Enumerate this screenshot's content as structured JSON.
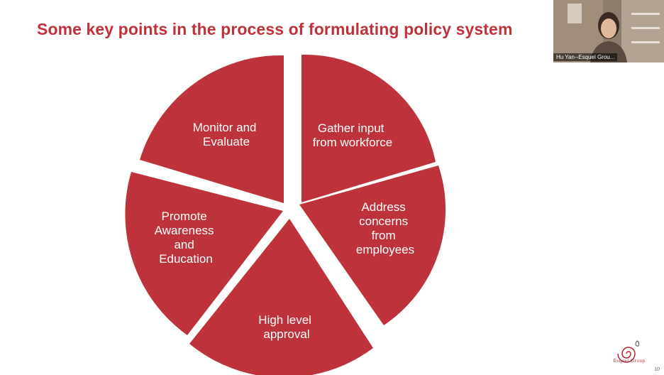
{
  "slide": {
    "title": "Some key points in the process of formulating policy system",
    "page_number": "10",
    "accent_color": "#be333b"
  },
  "pie": {
    "segments": [
      {
        "lines": [
          "Gather input",
          "from workforce"
        ]
      },
      {
        "lines": [
          "Address",
          "concerns",
          "from",
          "employees"
        ]
      },
      {
        "lines": [
          "High level",
          "approval"
        ]
      },
      {
        "lines": [
          "Promote",
          "Awareness",
          "and",
          "Education"
        ]
      },
      {
        "lines": [
          "Monitor and",
          "Evaluate"
        ]
      }
    ]
  },
  "video": {
    "participant_name": "Hu Yan--Esquel Grou..."
  },
  "logo": {
    "text": "Esquel Group",
    "icon": "swirl-logo-icon"
  }
}
